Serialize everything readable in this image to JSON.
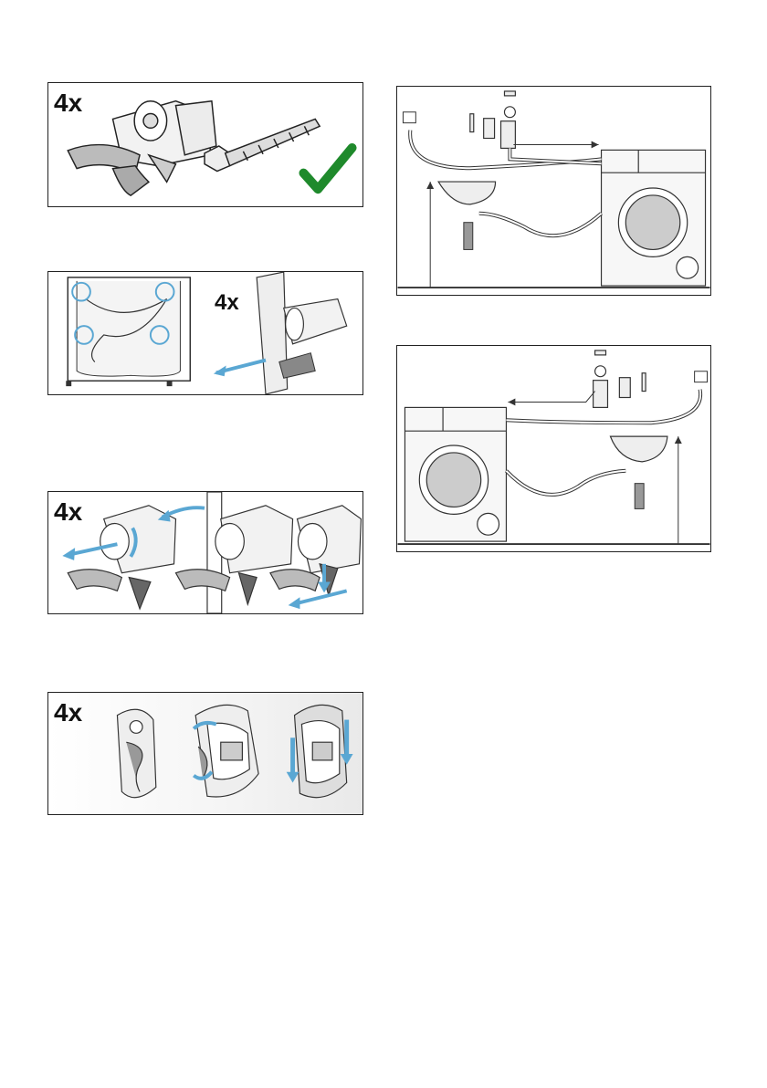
{
  "panels": {
    "accessories": {
      "multiplier": "4x"
    },
    "remove_bolts": {
      "multiplier": "4x"
    },
    "fit_caps": {
      "multiplier": "4x"
    },
    "cover_caps": {
      "multiplier": "4x"
    }
  },
  "colors": {
    "accent_arrow": "#5aa7d3",
    "check": "#1f8a2c",
    "outline": "#222222",
    "shade": "#e6e6e6"
  }
}
